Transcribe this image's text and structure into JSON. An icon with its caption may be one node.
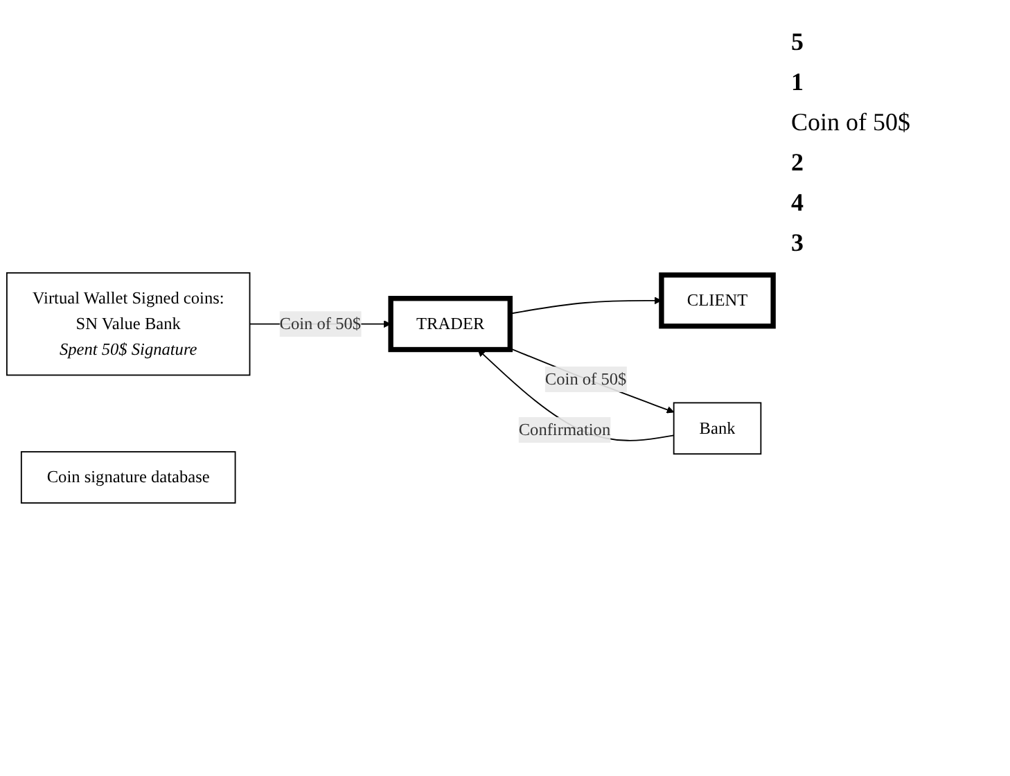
{
  "diagram": {
    "nodes": [
      {
        "text": [
          "CLIENT"
        ]
      },
      {
        "text": [
          "TRADER"
        ]
      },
      {
        "text": [
          "Virtual Wallet Signed coins:",
          "SN Value Bank",
          "Spent 50$ Signature"
        ]
      },
      {
        "text": [
          "Bank"
        ]
      },
      {
        "text": [
          "Coin signature database"
        ]
      }
    ],
    "edges": [
      {
        "from": 1,
        "to": 0,
        "arrow": "to"
      },
      {
        "from": 2,
        "to": 1,
        "arrow": "to",
        "label": "Coin of 50$"
      },
      {
        "from": 1,
        "to": 3,
        "arrow": "to",
        "label": "Coin of 50$"
      },
      {
        "from": 3,
        "to": 1,
        "arrow": "to",
        "label": "Confirmation"
      }
    ],
    "labels": [
      "5",
      "1",
      "Coin of 50$",
      "2",
      "4",
      "3"
    ]
  }
}
